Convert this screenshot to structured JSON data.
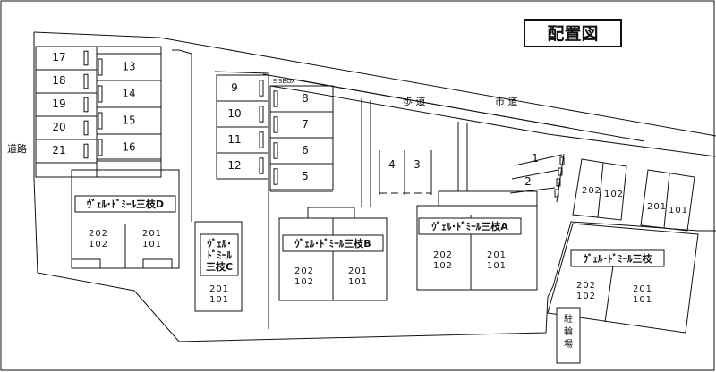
{
  "title": "配置図",
  "roads": {
    "side_road": "道路",
    "sidewalk": "歩 道",
    "city_road": "市 道",
    "signage": "ヨSBOX"
  },
  "parking_lot": "駐輪場",
  "parking": {
    "lot_west_left": [
      "17",
      "18",
      "19",
      "20",
      "21"
    ],
    "lot_west_right": [
      "13",
      "14",
      "15",
      "16"
    ],
    "lot_mid_left": [
      "9",
      "10",
      "11",
      "12"
    ],
    "lot_mid_right": [
      "8",
      "7",
      "6",
      "5"
    ],
    "lot_center": [
      "4",
      "3"
    ],
    "lot_east": [
      "1",
      "2"
    ]
  },
  "buildings": {
    "d": {
      "name": "ｳﾞｪﾙ･ﾄﾞﾐｰﾙ三枝D",
      "units": [
        "202",
        "102",
        "201",
        "101"
      ]
    },
    "c": {
      "name_lines": [
        "ｳﾞｪﾙ･",
        "ﾄﾞﾐｰﾙ",
        "三枝C"
      ],
      "units": [
        "201",
        "101"
      ]
    },
    "b": {
      "name": "ｳﾞｪﾙ･ﾄﾞﾐｰﾙ三枝B",
      "units": [
        "202",
        "102",
        "201",
        "101"
      ]
    },
    "a": {
      "name": "ｳﾞｪﾙ･ﾄﾞﾐｰﾙ三枝A",
      "units": [
        "202",
        "102",
        "201",
        "101"
      ]
    },
    "e": {
      "name": "ｳﾞｪﾙ･ﾄﾞﾐｰﾙ三枝",
      "units": [
        "202",
        "102",
        "201",
        "101"
      ]
    }
  },
  "annex_units": [
    "202",
    "102",
    "201",
    "101"
  ]
}
